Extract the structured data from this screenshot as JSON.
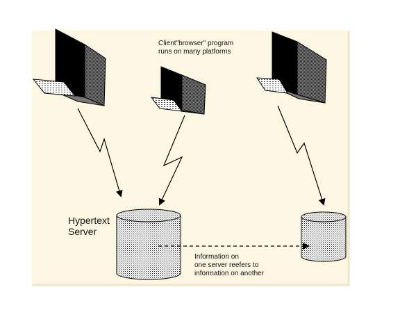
{
  "diagram": {
    "title": "",
    "client_note": {
      "line1": "Client\"browser\" program",
      "line2": "runs on many platforms"
    },
    "server_label": {
      "line1": "Hypertext",
      "line2": "Server"
    },
    "link_note": {
      "line1": "Information on",
      "line2": "one server reefers to",
      "line3": "information on another"
    },
    "nodes": [
      {
        "id": "client-left",
        "kind": "computer-icon"
      },
      {
        "id": "client-middle",
        "kind": "computer-icon"
      },
      {
        "id": "client-right",
        "kind": "computer-icon"
      },
      {
        "id": "server-main",
        "kind": "database-cylinder-icon"
      },
      {
        "id": "server-other",
        "kind": "database-cylinder-icon"
      }
    ],
    "edges": [
      {
        "from": "client-left",
        "to": "server-main",
        "style": "lightning-arrow"
      },
      {
        "from": "client-middle",
        "to": "server-main",
        "style": "lightning-arrow"
      },
      {
        "from": "client-right",
        "to": "server-other",
        "style": "lightning-arrow"
      },
      {
        "from": "server-main",
        "to": "server-other",
        "style": "dashed-arrow"
      }
    ],
    "colors": {
      "background_panel": "#fdf6e3",
      "screen": "#111111",
      "monitor_side": "#6b6b6b",
      "stroke": "#000000"
    }
  }
}
